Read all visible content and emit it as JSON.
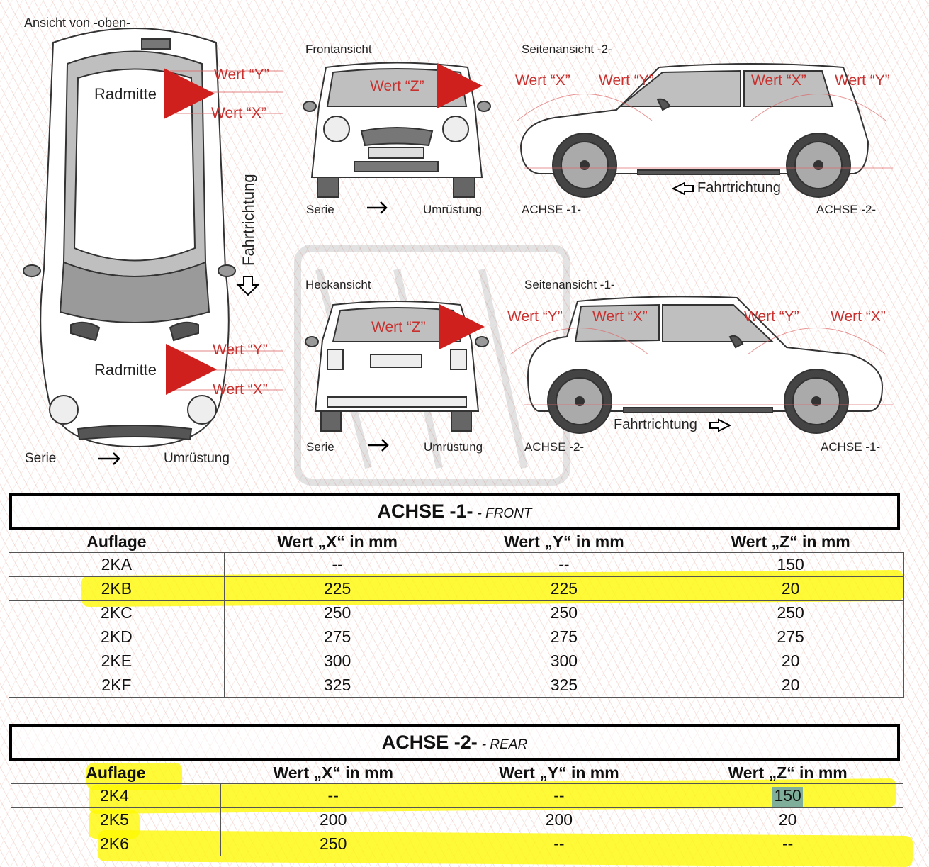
{
  "views": {
    "top_title": "Ansicht von -oben-",
    "front_title": "Frontansicht",
    "side2_title": "Seitenansicht -2-",
    "rear_title": "Heckansicht",
    "side1_title": "Seitenansicht -1-"
  },
  "labels": {
    "radmitte": "Radmitte",
    "wert_x": "Wert “X”",
    "wert_y": "Wert “Y”",
    "wert_z": "Wert “Z”",
    "fahrtrichtung": "Fahrtrichtung",
    "serie": "Serie",
    "umruestung": "Umrüstung",
    "achse1": "ACHSE -1-",
    "achse2": "ACHSE -2-"
  },
  "front_axle": {
    "title": "ACHSE -1-",
    "subtitle": "- FRONT",
    "headers": [
      "Auflage",
      "Wert „X“ in mm",
      "Wert „Y“ in mm",
      "Wert „Z“ in mm"
    ],
    "rows": [
      [
        "2KA",
        "--",
        "--",
        "150"
      ],
      [
        "2KB",
        "225",
        "225",
        "20"
      ],
      [
        "2KC",
        "250",
        "250",
        "250"
      ],
      [
        "2KD",
        "275",
        "275",
        "275"
      ],
      [
        "2KE",
        "300",
        "300",
        "20"
      ],
      [
        "2KF",
        "325",
        "325",
        "20"
      ]
    ]
  },
  "rear_axle": {
    "title": "ACHSE -2-",
    "subtitle": "- REAR",
    "headers": [
      "Auflage",
      "Wert „X“ in mm",
      "Wert „Y“ in mm",
      "Wert „Z“ in mm"
    ],
    "rows": [
      [
        "2K4",
        "--",
        "--",
        "150"
      ],
      [
        "2K5",
        "200",
        "200",
        "20"
      ],
      [
        "2K6",
        "250",
        "--",
        "--"
      ]
    ]
  },
  "highlight_color": "#fff800",
  "selected_cell_color": "#7fae9a",
  "label_red": "#c8302e"
}
